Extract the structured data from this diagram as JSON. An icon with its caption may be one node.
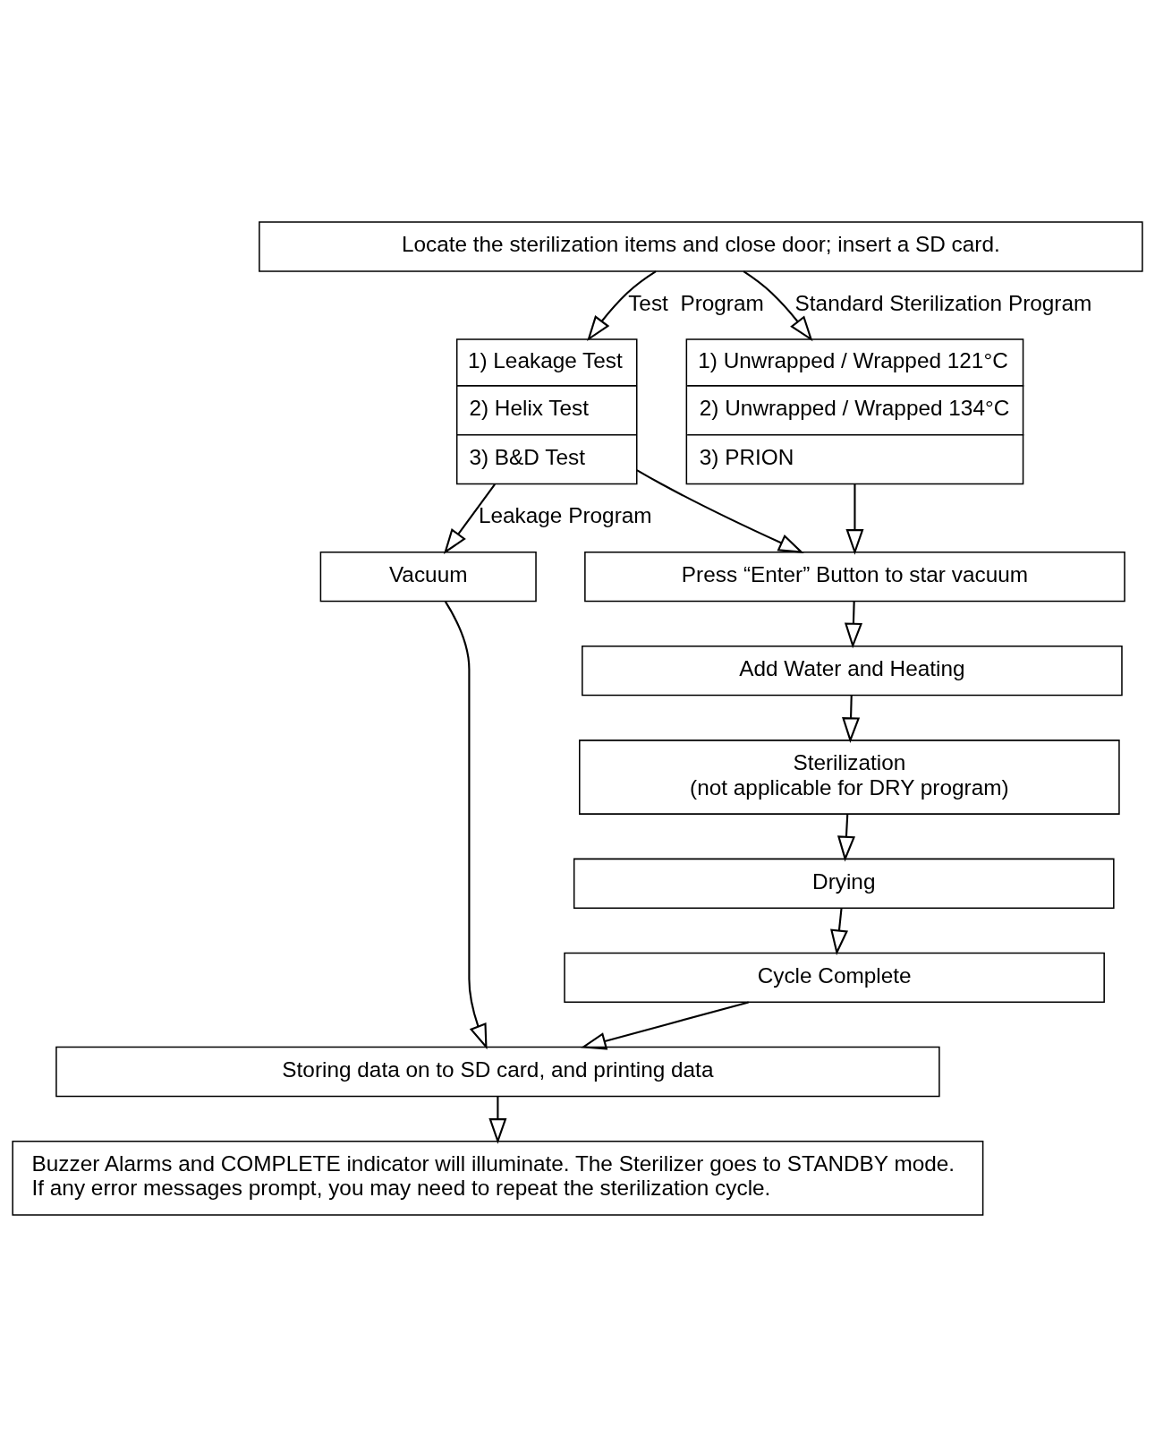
{
  "diagram": {
    "nodes": [
      {
        "text": [
          "Locate the sterilization items and close door; insert a SD card."
        ]
      },
      {
        "text": [
          "1) Leakage Test",
          "2) Helix Test",
          "3) B&D Test"
        ]
      },
      {
        "text": [
          "1) Unwrapped / Wrapped 121°C",
          "2) Unwrapped / Wrapped 134°C",
          "3) PRION"
        ]
      },
      {
        "text": [
          "Press “Enter” Button to star vacuum"
        ]
      },
      {
        "text": [
          "Vacuum"
        ]
      },
      {
        "text": [
          "Add Water and Heating"
        ]
      },
      {
        "text": [
          "Sterilization",
          "(not applicable for DRY program)"
        ]
      },
      {
        "text": [
          "Drying"
        ]
      },
      {
        "text": [
          "Cycle Complete"
        ]
      },
      {
        "text": [
          "Storing data on to SD card, and printing data"
        ]
      },
      {
        "text": [
          "Buzzer Alarms and COMPLETE indicator will illuminate. The Sterilizer goes to STANDBY mode.",
          "If any error messages prompt, you may need to repeat the sterilization cycle."
        ]
      }
    ],
    "edges": [
      {
        "from": 0,
        "to": 1,
        "arrow": "to",
        "label": "Test  Program"
      },
      {
        "from": 0,
        "to": 2,
        "arrow": "to",
        "label": "Standard Sterilization Program"
      },
      {
        "from": 1,
        "to": 4,
        "arrow": "to",
        "label": "Leakage Program"
      },
      {
        "from": 1,
        "to": 3,
        "arrow": "to"
      },
      {
        "from": 2,
        "to": 3,
        "arrow": "to"
      },
      {
        "from": 3,
        "to": 5,
        "arrow": "to"
      },
      {
        "from": 5,
        "to": 6,
        "arrow": "to"
      },
      {
        "from": 6,
        "to": 7,
        "arrow": "to"
      },
      {
        "from": 7,
        "to": 8,
        "arrow": "to"
      },
      {
        "from": 4,
        "to": 9,
        "arrow": "to"
      },
      {
        "from": 8,
        "to": 9,
        "arrow": "to"
      },
      {
        "from": 9,
        "to": 10,
        "arrow": "to"
      }
    ]
  }
}
